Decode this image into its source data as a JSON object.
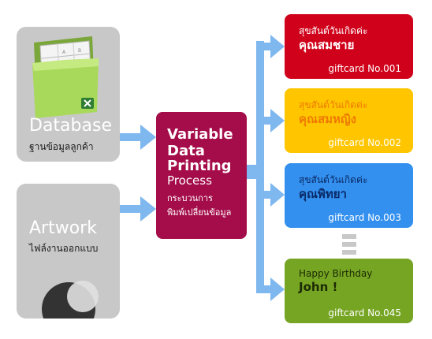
{
  "database": {
    "title": "Database",
    "subtitle": "ฐานข้อมูลลูกค้า",
    "icon": "spreadsheet-icon"
  },
  "artwork": {
    "title": "Artwork",
    "subtitle": "ไฟล์งานออกแบบ"
  },
  "process": {
    "title_line1": "Variable",
    "title_line2": "Data",
    "title_line3": "Printing",
    "subtitle": "Process",
    "thai_line1": "กระบวนการ",
    "thai_line2": "พิมพ์เปลี่ยนข้อมูล",
    "color": "#a50d4a"
  },
  "cards": [
    {
      "greeting": "สุขสันต์วันเกิดค่ะ",
      "name": "คุณสมชาย",
      "number": "giftcard No.001",
      "bg": "#d0021b",
      "text": "#ffffff"
    },
    {
      "greeting": "สุขสันต์วันเกิดค่ะ",
      "name": "คุณสมหญิง",
      "number": "giftcard No.002",
      "bg": "#ffc600",
      "text": "#ee7a00"
    },
    {
      "greeting": "สุขสันต์วันเกิดค่ะ",
      "name": "คุณพิทยา",
      "number": "giftcard No.003",
      "bg": "#3390ef",
      "text": "#0a2a66"
    },
    {
      "greeting": "Happy Birthday",
      "name": "John !",
      "number": "giftcard No.045",
      "bg": "#76a524",
      "text": "#1c2a05"
    }
  ],
  "colors": {
    "arrow": "#7fb7ef",
    "source_box": "#c8c8c8"
  }
}
